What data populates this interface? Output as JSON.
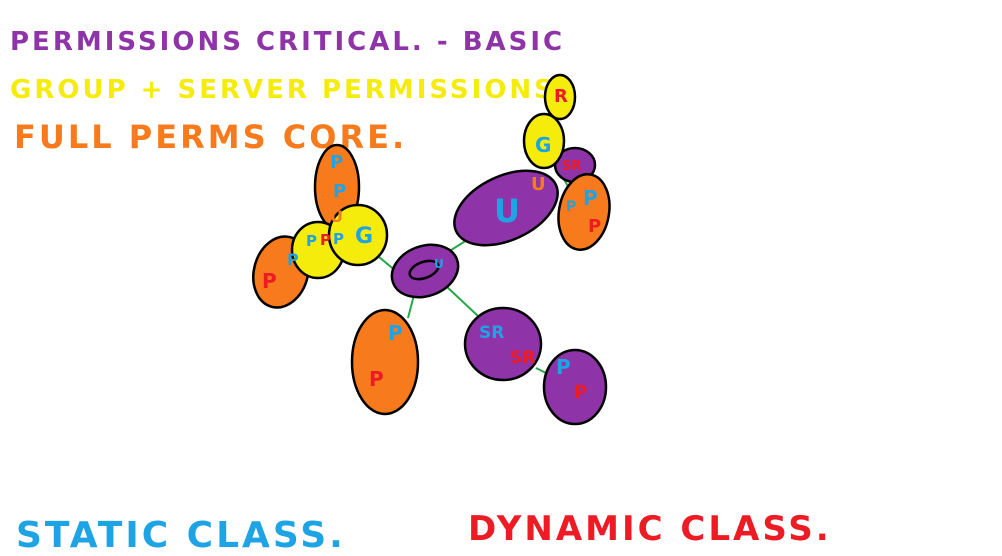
{
  "notes": {
    "line1": "PERMISSIONS CRITICAL. - BASIC",
    "line2": "GROUP + SERVER PERMISSIONS.",
    "line3": "FULL PERMS CORE."
  },
  "footer": {
    "static": "STATIC CLASS.",
    "dynamic": "DYNAMIC CLASS."
  },
  "labels": {
    "P": "P",
    "G": "G",
    "U": "U",
    "R": "R",
    "SR": "SR"
  },
  "colors": {
    "purple": "#8e33a8",
    "yellow": "#f5ec0c",
    "orange": "#f77b1c",
    "blue": "#1ea3e4",
    "red": "#ec1b24",
    "green": "#26a84a",
    "outline": "#000000"
  }
}
